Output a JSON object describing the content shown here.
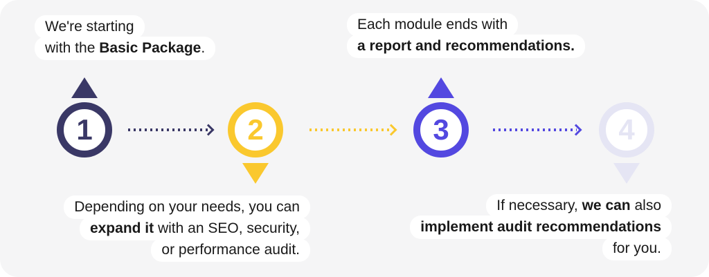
{
  "colors": {
    "navy": "#3a3866",
    "yellow": "#fac82e",
    "violet": "#5348e0",
    "lavender": "#e5e5f4",
    "background": "#f5f5f6",
    "bubble": "#ffffff",
    "text": "#191919"
  },
  "steps": [
    {
      "number": "1",
      "color": "#3a3866",
      "pointer": "up"
    },
    {
      "number": "2",
      "color": "#fac82e",
      "pointer": "down"
    },
    {
      "number": "3",
      "color": "#5348e0",
      "pointer": "up"
    },
    {
      "number": "4",
      "color": "#e5e5f4",
      "pointer": "down"
    }
  ],
  "callouts": {
    "step1": {
      "position": "top-left",
      "lines": [
        [
          {
            "text": "We're starting",
            "bold": false
          }
        ],
        [
          {
            "text": "with the ",
            "bold": false
          },
          {
            "text": "Basic Package",
            "bold": true
          },
          {
            "text": ".",
            "bold": false
          }
        ]
      ]
    },
    "step2": {
      "position": "bottom-left",
      "lines": [
        [
          {
            "text": "Depending on your needs, you can",
            "bold": false
          }
        ],
        [
          {
            "text": "expand it",
            "bold": true
          },
          {
            "text": " with an SEO, security,",
            "bold": false
          }
        ],
        [
          {
            "text": "or performance audit.",
            "bold": false
          }
        ]
      ]
    },
    "step3": {
      "position": "top-right",
      "lines": [
        [
          {
            "text": "Each module ends with",
            "bold": false
          }
        ],
        [
          {
            "text": "a report and recommendations.",
            "bold": true
          }
        ]
      ]
    },
    "step4": {
      "position": "bottom-right",
      "lines": [
        [
          {
            "text": "If necessary, ",
            "bold": false
          },
          {
            "text": "we can",
            "bold": true
          },
          {
            "text": " also",
            "bold": false
          }
        ],
        [
          {
            "text": "implement audit recommendations",
            "bold": true
          }
        ],
        [
          {
            "text": "for you.",
            "bold": false
          }
        ]
      ]
    }
  }
}
